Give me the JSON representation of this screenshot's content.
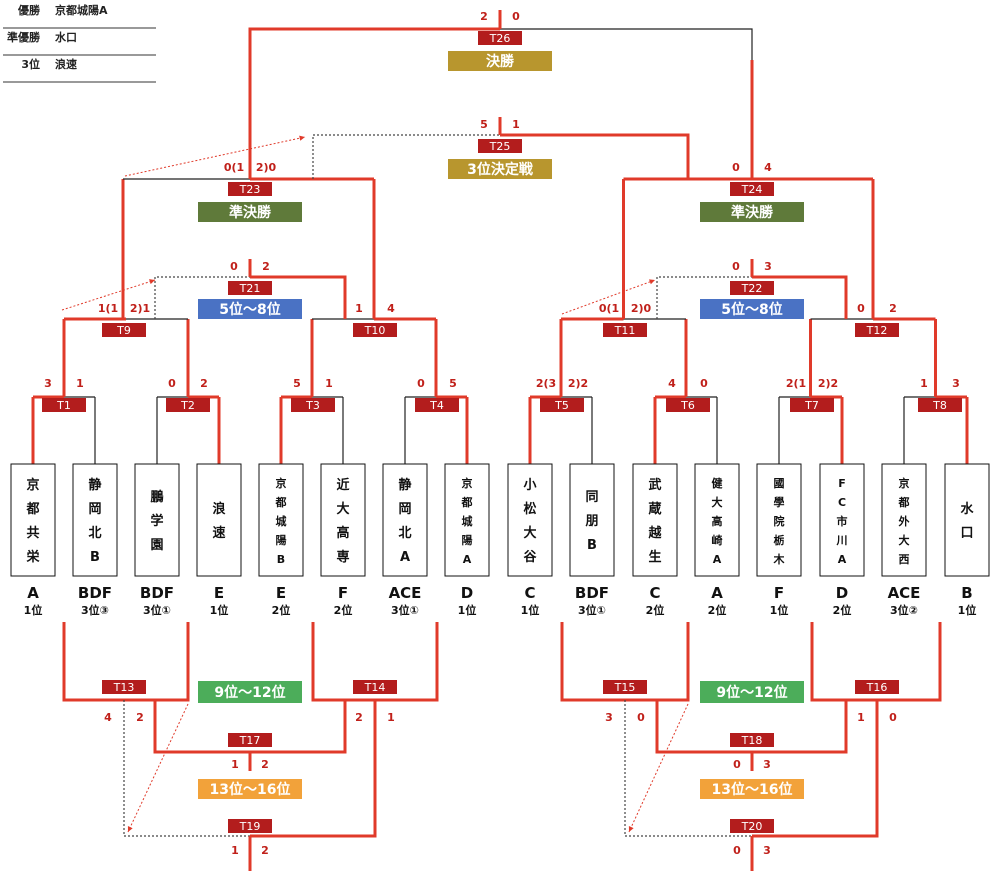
{
  "results": [
    {
      "label": "優勝",
      "value": "京都城陽A"
    },
    {
      "label": "準優勝",
      "value": "水口"
    },
    {
      "label": "3位",
      "value": "浪速"
    }
  ],
  "colors": {
    "winner_line": "#e03a2a",
    "loser_line": "#222222",
    "match_box": "#b31d1d",
    "final_banner": "#b8962e",
    "semi_banner": "#5f7a3a",
    "place_5_8": "#4a72c4",
    "place_9_12": "#4cad5a",
    "place_13_16": "#f2a23a"
  },
  "teams": [
    {
      "name": "京都共栄",
      "group": "A",
      "rank": "1位"
    },
    {
      "name": "静岡北B",
      "group": "BDF",
      "rank": "3位③"
    },
    {
      "name": "鵬学園",
      "group": "BDF",
      "rank": "3位①"
    },
    {
      "name": "浪速",
      "group": "E",
      "rank": "1位"
    },
    {
      "name": "京都城陽B",
      "group": "E",
      "rank": "2位"
    },
    {
      "name": "近大高専",
      "group": "F",
      "rank": "2位"
    },
    {
      "name": "静岡北A",
      "group": "ACE",
      "rank": "3位①"
    },
    {
      "name": "京都城陽A",
      "group": "D",
      "rank": "1位"
    },
    {
      "name": "小松大谷",
      "group": "C",
      "rank": "1位"
    },
    {
      "name": "同朋B",
      "group": "BDF",
      "rank": "3位①"
    },
    {
      "name": "武蔵越生",
      "group": "C",
      "rank": "2位"
    },
    {
      "name": "健大高崎A",
      "group": "A",
      "rank": "2位"
    },
    {
      "name": "國學院栃木",
      "group": "F",
      "rank": "1位"
    },
    {
      "name": "FC市川A",
      "group": "D",
      "rank": "2位"
    },
    {
      "name": "京都外大西",
      "group": "ACE",
      "rank": "3位②"
    },
    {
      "name": "水口",
      "group": "B",
      "rank": "1位"
    }
  ],
  "matches": [
    {
      "id": "T1",
      "left": "3",
      "right": "1"
    },
    {
      "id": "T2",
      "left": "0",
      "right": "2"
    },
    {
      "id": "T3",
      "left": "5",
      "right": "1"
    },
    {
      "id": "T4",
      "left": "0",
      "right": "5"
    },
    {
      "id": "T5",
      "left": "2(3",
      "right": "2)2"
    },
    {
      "id": "T6",
      "left": "4",
      "right": "0"
    },
    {
      "id": "T7",
      "left": "2(1",
      "right": "2)2"
    },
    {
      "id": "T8",
      "left": "1",
      "right": "3"
    },
    {
      "id": "T9",
      "left": "1(1",
      "right": "2)1"
    },
    {
      "id": "T10",
      "left": "1",
      "right": "4"
    },
    {
      "id": "T11",
      "left": "0(1",
      "right": "2)0"
    },
    {
      "id": "T12",
      "left": "0",
      "right": "2"
    },
    {
      "id": "T13",
      "left": "4",
      "right": "2"
    },
    {
      "id": "T14",
      "left": "2",
      "right": "1"
    },
    {
      "id": "T15",
      "left": "3",
      "right": "0"
    },
    {
      "id": "T16",
      "left": "1",
      "right": "0"
    },
    {
      "id": "T17",
      "left": "1",
      "right": "2"
    },
    {
      "id": "T18",
      "left": "0",
      "right": "3"
    },
    {
      "id": "T19",
      "left": "1",
      "right": "2"
    },
    {
      "id": "T20",
      "left": "0",
      "right": "3"
    },
    {
      "id": "T21",
      "left": "0",
      "right": "2"
    },
    {
      "id": "T22",
      "left": "0",
      "right": "3"
    },
    {
      "id": "T23",
      "left": "0(1",
      "right": "2)0"
    },
    {
      "id": "T24",
      "left": "0",
      "right": "4"
    },
    {
      "id": "T25",
      "left": "5",
      "right": "1"
    },
    {
      "id": "T26",
      "left": "2",
      "right": "0"
    }
  ],
  "banners": {
    "final": "決勝",
    "third_place": "3位決定戦",
    "semi_left": "準決勝",
    "semi_right": "準決勝",
    "place_5_8_left": "5位～8位",
    "place_5_8_right": "5位～8位",
    "place_9_12_left": "9位～12位",
    "place_9_12_right": "9位～12位",
    "place_13_16_left": "13位～16位",
    "place_13_16_right": "13位～16位"
  }
}
